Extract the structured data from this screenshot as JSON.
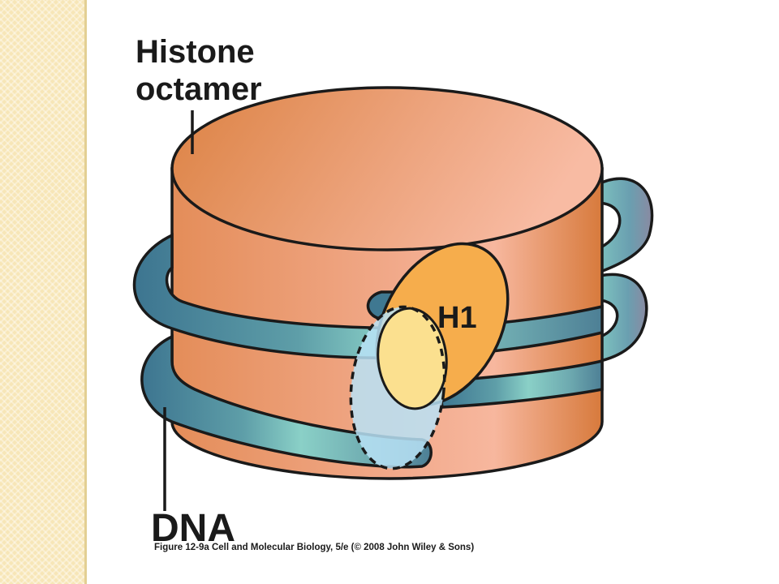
{
  "labels": {
    "histone_line1": "Histone",
    "histone_line2": "octamer",
    "h1": "H1",
    "dna": "DNA"
  },
  "caption": "Figure 12-9a  Cell and Molecular Biology, 5/e (© 2008 John Wiley & Sons)",
  "colors": {
    "histone_light": "#f7b79e",
    "histone_dark": "#d97e3f",
    "dna_dark": "#3f7891",
    "dna_light": "#86cbc6",
    "h1_orange": "#f6ad4c",
    "h1_yellow": "#fbe08f",
    "h1_blue": "#b9e2f6",
    "outline": "#1a1a1a"
  }
}
